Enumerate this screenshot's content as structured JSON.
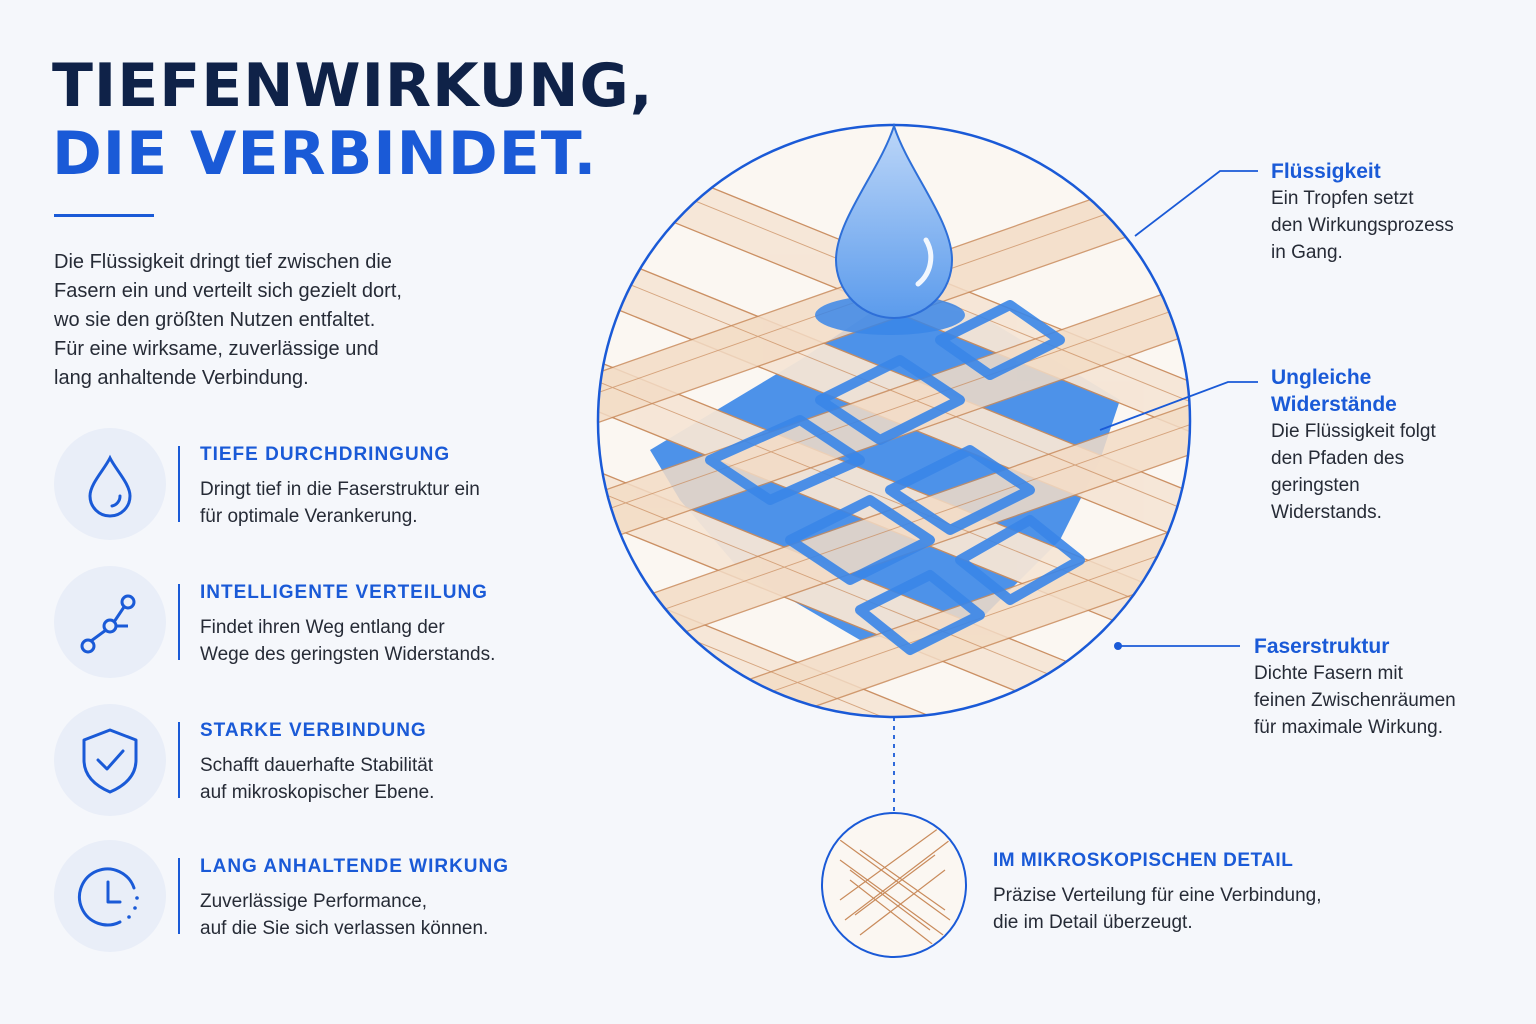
{
  "headline": {
    "line1": "TIEFENWIRKUNG,",
    "line2": "DIE VERBINDET."
  },
  "intro": [
    "Die Flüssigkeit dringt tief zwischen die",
    "Fasern ein und verteilt sich gezielt dort,",
    "wo sie den größten Nutzen entfaltet.",
    "Für eine wirksame, zuverlässige und",
    "lang anhaltende Verbindung."
  ],
  "features": [
    {
      "icon": "drop-icon",
      "title": "TIEFE DURCHDRINGUNG",
      "desc": [
        "Dringt tief in die Faserstruktur ein",
        "für optimale Verankerung."
      ]
    },
    {
      "icon": "path-nodes-icon",
      "title": "INTELLIGENTE VERTEILUNG",
      "desc": [
        "Findet ihren Weg entlang der",
        "Wege des geringsten Widerstands."
      ]
    },
    {
      "icon": "shield-check-icon",
      "title": "STARKE VERBINDUNG",
      "desc": [
        "Schafft dauerhafte Stabilität",
        "auf mikroskopischer Ebene."
      ]
    },
    {
      "icon": "clock-icon",
      "title": "LANG ANHALTENDE WIRKUNG",
      "desc": [
        "Zuverlässige Performance,",
        "auf die Sie sich verlassen können."
      ]
    }
  ],
  "callouts": {
    "liquid": {
      "title": "Flüssigkeit",
      "lines": [
        "Ein Tropfen setzt",
        "den Wirkungsprozess",
        "in Gang."
      ]
    },
    "resistance": {
      "title_lines": [
        "Ungleiche",
        "Widerstände"
      ],
      "lines": [
        "Die Flüssigkeit folgt",
        "den Pfaden des",
        "geringsten",
        "Widerstands."
      ]
    },
    "fiber": {
      "title": "Faserstruktur",
      "lines": [
        "Dichte Fasern mit",
        "feinen Zwischenräumen",
        "für maximale Wirkung."
      ]
    }
  },
  "micro": {
    "title": "IM MIKROSKOPISCHEN DETAIL",
    "lines": [
      "Präzise Verteilung für eine Verbindung,",
      "die im Detail überzeugt."
    ]
  },
  "colors": {
    "navy": "#0f2248",
    "accent": "#1a5ad7",
    "fiber": "#c98b5c",
    "liquid": "#3a86e8",
    "background": "#f5f7fb"
  }
}
